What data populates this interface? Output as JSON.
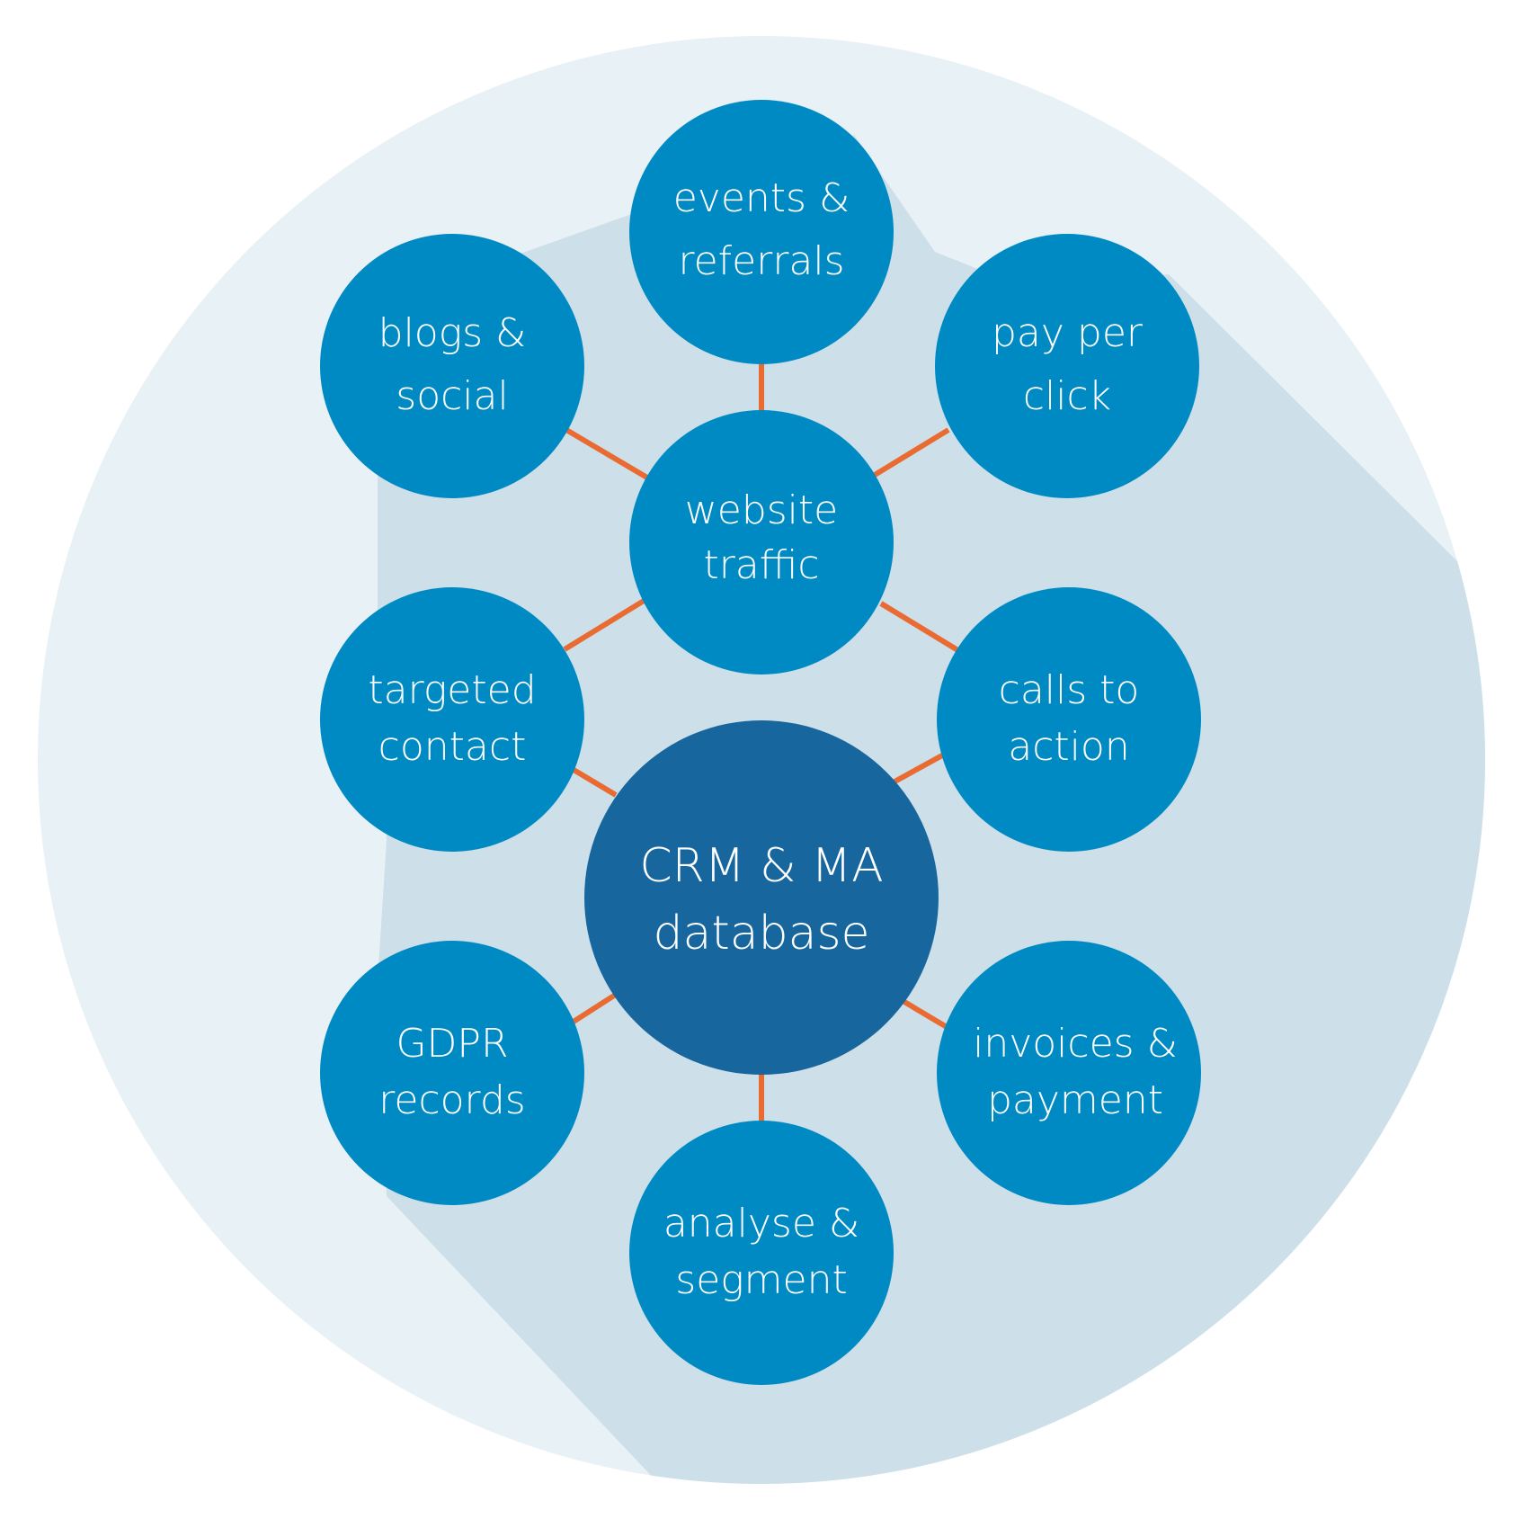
{
  "colors": {
    "background_circle": "#e8f1f6",
    "shadow": "#cde0ea",
    "node": "#008ac4",
    "hub": "#17669e",
    "arrow": "#e96b32",
    "text": "#ffffff"
  },
  "nodes": {
    "events_referrals": {
      "line1": "events &",
      "line2": "referrals"
    },
    "blogs_social": {
      "line1": "blogs &",
      "line2": "social"
    },
    "pay_per_click": {
      "line1": "pay per",
      "line2": "click"
    },
    "website_traffic": {
      "line1": "website",
      "line2": "traffic"
    },
    "targeted_contact": {
      "line1": "targeted",
      "line2": "contact"
    },
    "calls_to_action": {
      "line1": "calls to",
      "line2": "action"
    },
    "crm_ma_database": {
      "line1": "CRM & MA",
      "line2": "database"
    },
    "gdpr_records": {
      "line1": "GDPR",
      "line2": "records"
    },
    "invoices_payment": {
      "line1": "invoices &",
      "line2": "payment"
    },
    "analyse_segment": {
      "line1": "analyse &",
      "line2": "segment"
    }
  }
}
